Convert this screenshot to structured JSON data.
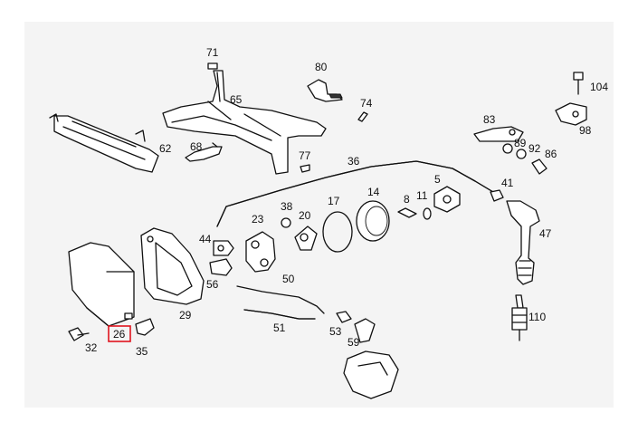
{
  "labels": {
    "p71": "71",
    "p80": "80",
    "p65": "65",
    "p74": "74",
    "p62": "62",
    "p68": "68",
    "p77": "77",
    "p36": "36",
    "p104": "104",
    "p83": "83",
    "p98": "98",
    "p89": "89",
    "p92": "92",
    "p86": "86",
    "p41": "41",
    "p5": "5",
    "p14": "14",
    "p8": "8",
    "p11": "11",
    "p17": "17",
    "p38": "38",
    "p23": "23",
    "p20": "20",
    "p44": "44",
    "p47": "47",
    "p50": "50",
    "p56": "56",
    "p29": "29",
    "p51": "51",
    "p53": "53",
    "p59": "59",
    "p110": "110",
    "p32": "32",
    "p26": "26",
    "p35": "35"
  },
  "highlight": {
    "part": "26",
    "color": "#e0141e"
  },
  "colors": {
    "panel": "#f4f4f4",
    "ink": "#111111"
  }
}
